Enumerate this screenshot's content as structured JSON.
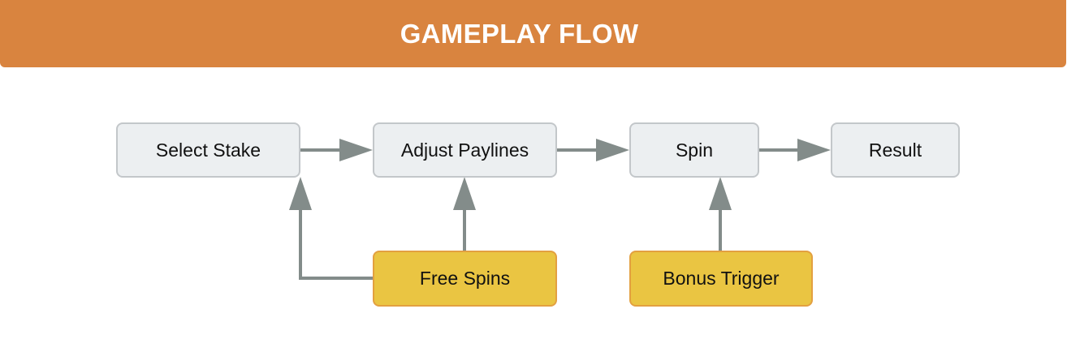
{
  "header": {
    "title": "GAMEPLAY FLOW"
  },
  "nodes": {
    "select_stake": "Select Stake",
    "adjust_paylines": "Adjust Paylines",
    "spin": "Spin",
    "result": "Result",
    "free_spins": "Free Spins",
    "bonus_trigger": "Bonus Trigger"
  },
  "colors": {
    "header": "#D9843F",
    "arrow": "#838C8A",
    "node": "#ECEFF1",
    "highlight": "#EAC542"
  }
}
